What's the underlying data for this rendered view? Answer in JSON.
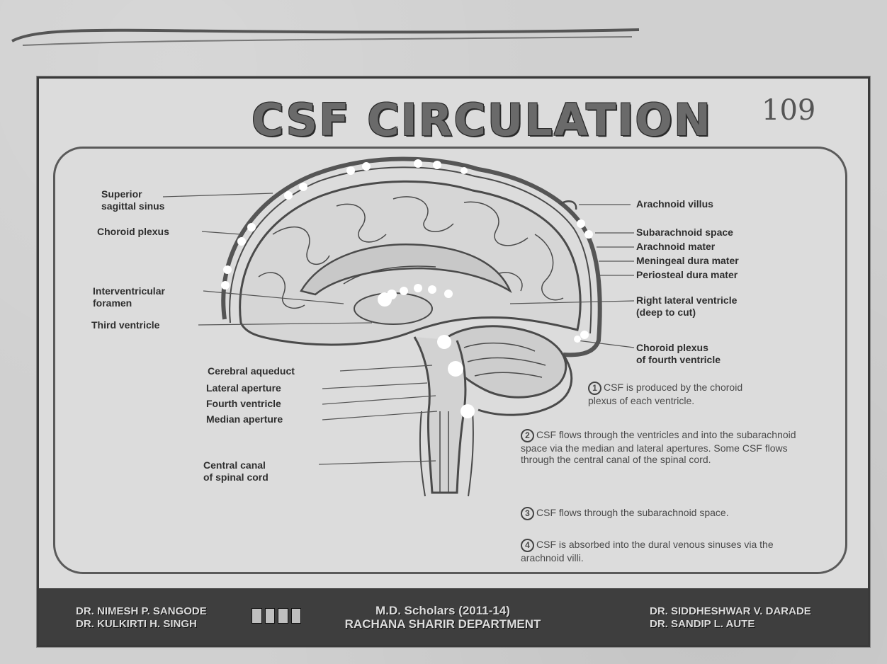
{
  "poster": {
    "title": "CSF CIRCULATION",
    "page_number": "109"
  },
  "labels_left": {
    "superior_sagittal_sinus": [
      "Superior",
      "sagittal sinus"
    ],
    "choroid_plexus": "Choroid plexus",
    "interventricular_foramen": [
      "Interventricular",
      "foramen"
    ],
    "third_ventricle": "Third ventricle",
    "cerebral_aqueduct": "Cerebral aqueduct",
    "lateral_aperture": "Lateral aperture",
    "fourth_ventricle": "Fourth ventricle",
    "median_aperture": "Median aperture",
    "central_canal": [
      "Central canal",
      "of spinal cord"
    ]
  },
  "labels_right": {
    "arachnoid_villus": "Arachnoid villus",
    "subarachnoid_space": "Subarachnoid space",
    "arachnoid_mater": "Arachnoid mater",
    "meningeal_dura": "Meningeal dura mater",
    "periosteal_dura": "Periosteal dura mater",
    "right_lateral_ventricle": [
      "Right lateral ventricle",
      "(deep to cut)"
    ],
    "choroid_plexus_fourth": [
      "Choroid plexus",
      "of fourth ventricle"
    ]
  },
  "steps": [
    {
      "num": "1",
      "text": "CSF is produced by the choroid plexus of each ventricle."
    },
    {
      "num": "2",
      "text": "CSF flows through the ventricles and into the subarachnoid space via the median and lateral apertures. Some CSF flows through the central canal of the spinal cord."
    },
    {
      "num": "3",
      "text": "CSF flows through the subarachnoid space."
    },
    {
      "num": "4",
      "text": "CSF is absorbed into the dural venous sinuses via the arachnoid villi."
    }
  ],
  "footer": {
    "left": [
      "DR. NIMESH P. SANGODE",
      "DR. KULKIRTI H. SINGH"
    ],
    "center": [
      "M.D. Scholars (2011-14)",
      "RACHANA SHARIR DEPARTMENT"
    ],
    "right": [
      "DR. SIDDHESHWAR V. DARADE",
      "DR. SANDIP L. AUTE"
    ]
  }
}
